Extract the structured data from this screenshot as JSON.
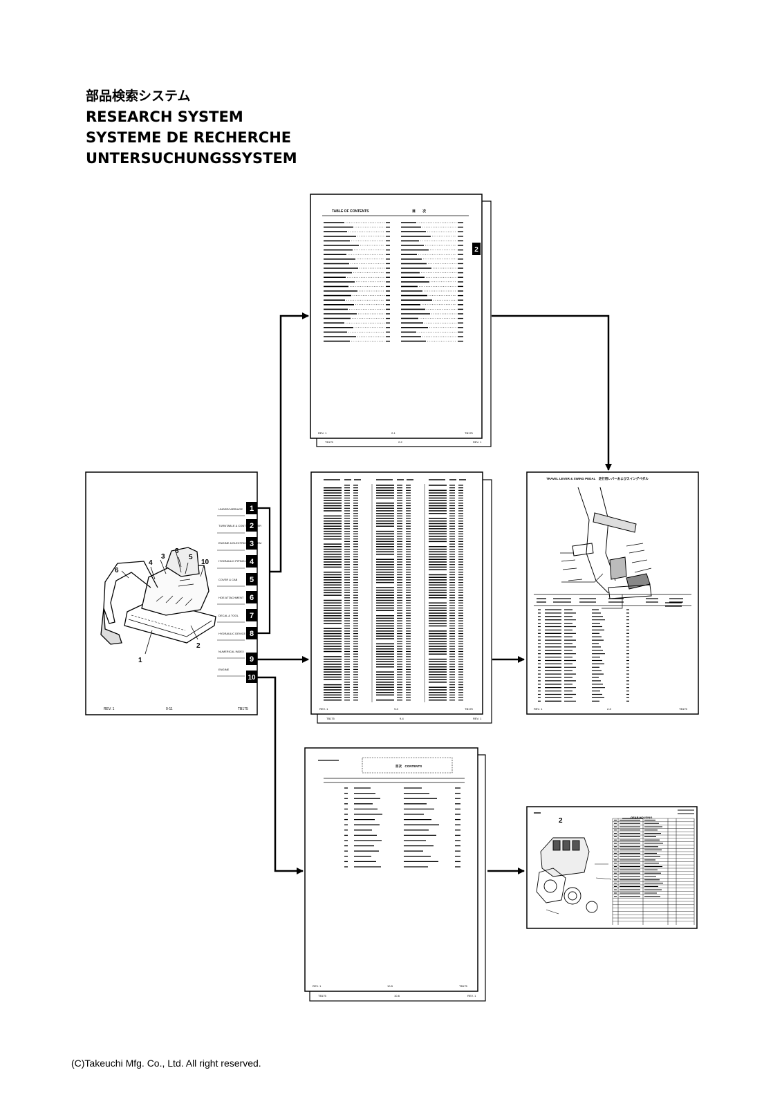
{
  "title_lines": [
    "部品検索システム",
    "RESEARCH SYSTEM",
    "SYSTEME DE RECHERCHE",
    "UNTERSUCHUNGSSYSTEM"
  ],
  "copyright": "(C)Takeuchi Mfg. Co., Ltd. All right reserved.",
  "index_page": {
    "numbers": [
      "1",
      "2",
      "3",
      "4",
      "5",
      "6",
      "7",
      "8",
      "9",
      "10"
    ],
    "labels": [
      "UNDERCARRIAGE",
      "TURNTABLE & CONTROL LEVER",
      "ENGINE & ELECTRICAL SYSTEM",
      "HYDRAULIC PIPING & TANK",
      "COVER & CAB",
      "HOE ATTACHMENT",
      "DECAL & TOOL",
      "HYDRAULIC DEVICE",
      "NUMERICAL INDEX",
      "ENGINE"
    ],
    "callouts": [
      "1",
      "2",
      "3",
      "4",
      "5",
      "6",
      "8",
      "10"
    ],
    "footer_left": "REV. 1",
    "footer_mid": "0-11",
    "footer_right": "TB175"
  },
  "toc_page": {
    "header_left": "TABLE OF CONTENTS",
    "header_right": "目　　次",
    "tab": "2",
    "footer_left": "REV. 1",
    "footer_mid": "2-1",
    "footer_right": "TB175",
    "back_footer_left": "TB175",
    "back_footer_mid": "2-2",
    "back_footer_right": "REV. 1"
  },
  "numerical_index_page": {
    "footer_left": "REV. 1",
    "footer_mid": "9-3",
    "footer_right": "TB175",
    "back_footer_left": "TB175",
    "back_footer_mid": "9-4",
    "back_footer_right": "REV. 1"
  },
  "parts_page": {
    "title": "TRAVEL LEVER & SWING PEDAL　走行用レバーおよびスイングペダル",
    "footer_left": "REV. 1",
    "footer_mid": "2-3",
    "footer_right": "TB175"
  },
  "engine_toc_page": {
    "header": "目次　CONTENTS",
    "footer_left": "REV. 1",
    "footer_mid": "10-5",
    "footer_right": "TB175",
    "back_footer_left": "TB175",
    "back_footer_mid": "10-6",
    "back_footer_right": "REV. 1"
  },
  "engine_parts_page": {
    "fig_label": "2",
    "header": "GEAR HOUSING"
  }
}
